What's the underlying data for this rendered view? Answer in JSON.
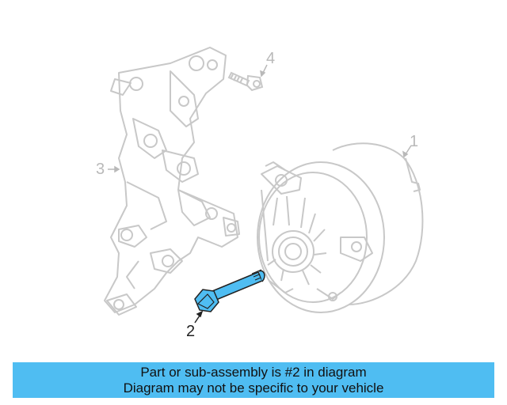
{
  "callouts": {
    "c1": "1",
    "c2": "2",
    "c3": "3",
    "c4": "4"
  },
  "banner": {
    "line1": "Part or sub-assembly is #2 in diagram",
    "line2": "Diagram may not be specific to your vehicle",
    "color": "#4fbdf2"
  },
  "colors": {
    "highlight_part": "#4fbdf2",
    "ghost_lines": "#c8c8c8"
  }
}
